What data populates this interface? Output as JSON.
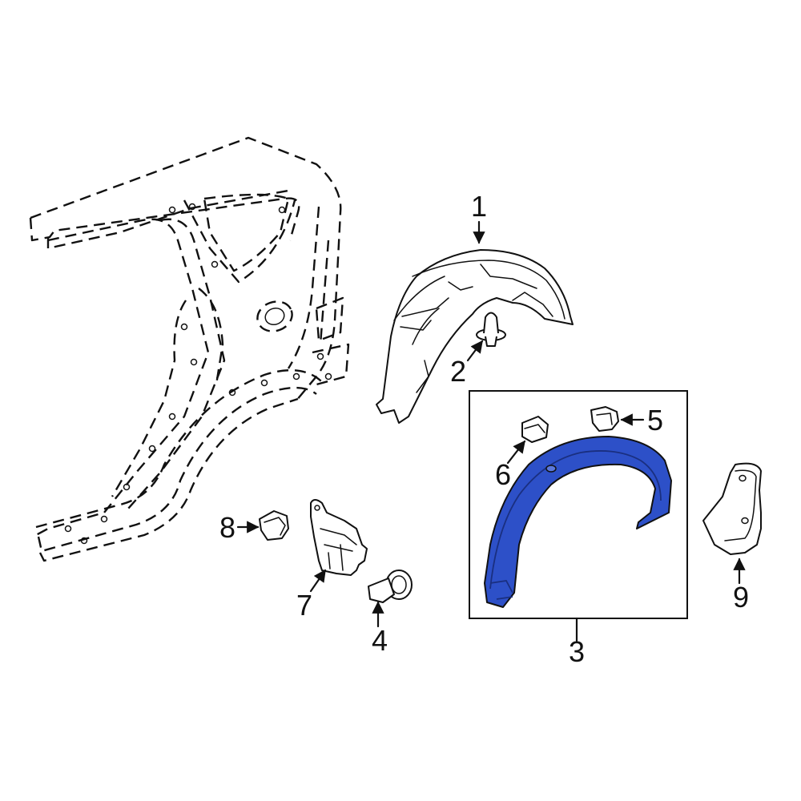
{
  "callouts": {
    "c1": "1",
    "c2": "2",
    "c3": "3",
    "c4": "4",
    "c5": "5",
    "c6": "6",
    "c7": "7",
    "c8": "8",
    "c9": "9"
  },
  "colors": {
    "highlight": "#2d50c8",
    "line": "#111111",
    "background": "#ffffff"
  }
}
